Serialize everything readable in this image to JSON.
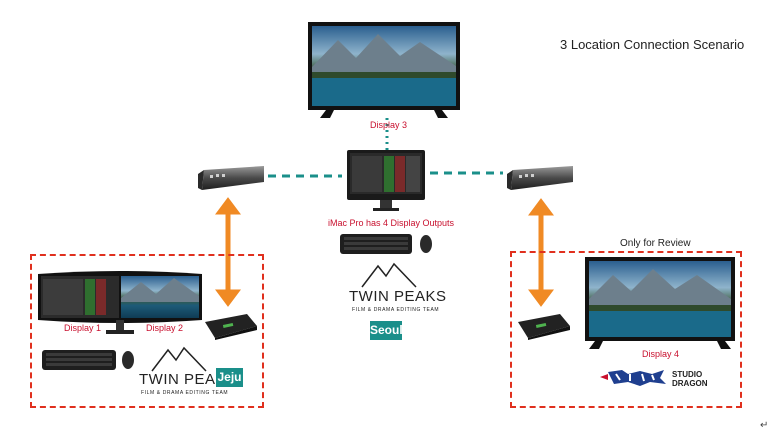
{
  "title": "3 Location Connection Scenario",
  "labels": {
    "display3": "Display 3",
    "imac_outputs": "iMac Pro has 4 Display Outputs",
    "display1": "Display 1",
    "display2": "Display 2",
    "display4": "Display 4",
    "only_review": "Only for Review"
  },
  "logos": {
    "twin_peaks": "TWIN PEAKS",
    "twin_peaks_sub": "FILM & DRAMA EDITING TEAM",
    "seoul": "Seoul",
    "jeju": "Jeju",
    "studio_dragon_line1": "STUDIO",
    "studio_dragon_line2": "DRAGON"
  },
  "colors": {
    "dash_box": "#e0301e",
    "arrow": "#f08a24",
    "teal_link": "#1a8f8a",
    "label_red": "#c8102e"
  },
  "icons": [
    "tv-icon",
    "switch-icon",
    "imac-icon",
    "keyboard-icon",
    "mouse-icon",
    "monitor-icon",
    "converter-icon",
    "arrow-icon"
  ],
  "return_mark": "↵"
}
